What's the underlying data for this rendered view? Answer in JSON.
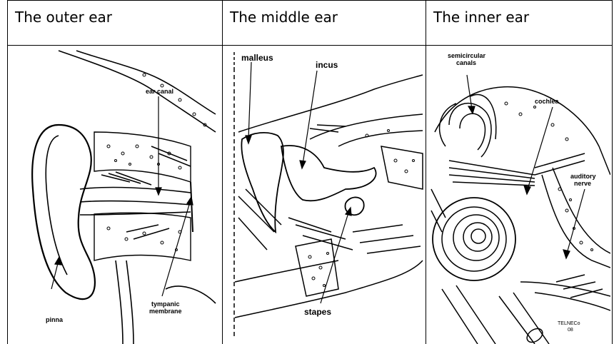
{
  "headers": {
    "outer": "The outer ear",
    "middle": "The middle ear",
    "inner": "The inner ear"
  },
  "outer_labels": {
    "ear_canal": "ear canal",
    "pinna": "pinna",
    "tympanic_1": "tympanic",
    "tympanic_2": "membrane"
  },
  "middle_labels": {
    "malleus": "malleus",
    "incus": "incus",
    "stapes": "stapes"
  },
  "inner_labels": {
    "semicircular_1": "semicircular",
    "semicircular_2": "canals",
    "cochlea": "cochlea",
    "auditory_1": "auditory",
    "auditory_2": "nerve",
    "signature_1": "TELNECo",
    "signature_2": "08"
  }
}
